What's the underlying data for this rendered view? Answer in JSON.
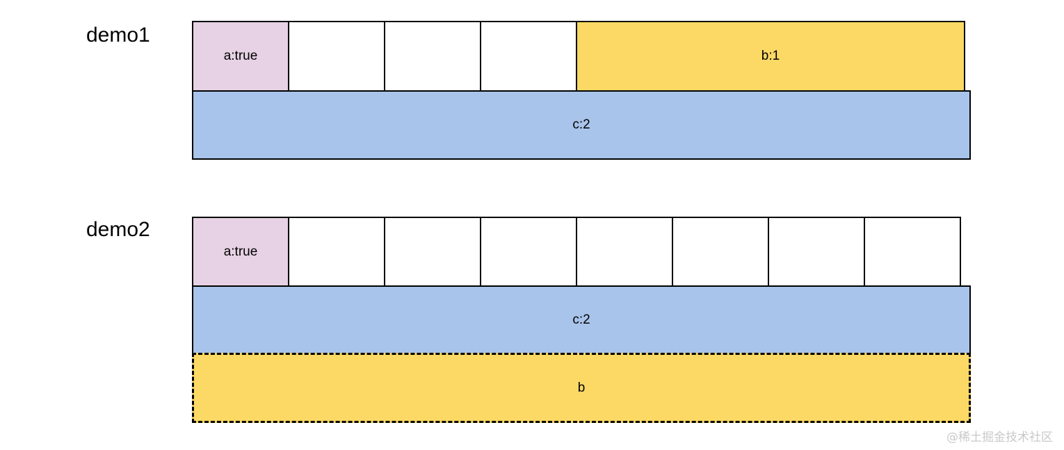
{
  "page": {
    "background_color": "#ffffff",
    "watermark": "@稀土掘金技术社区"
  },
  "palette": {
    "pink": "#e6d2e4",
    "yellow": "#fcd965",
    "blue": "#a8c4ea",
    "white": "#ffffff",
    "border": "#000000",
    "text": "#000000",
    "watermark": "#c9c9c9"
  },
  "demos": [
    {
      "label": "demo1",
      "columns": 8,
      "rows": [
        {
          "name": "row-1",
          "cells": [
            {
              "text": "a:true",
              "fill": "pink",
              "span": 1,
              "border": "solid"
            },
            {
              "text": "",
              "fill": "white",
              "span": 1,
              "border": "solid"
            },
            {
              "text": "",
              "fill": "white",
              "span": 1,
              "border": "solid"
            },
            {
              "text": "",
              "fill": "white",
              "span": 1,
              "border": "solid"
            },
            {
              "text": "b:1",
              "fill": "yellow",
              "span": 4,
              "border": "solid"
            }
          ]
        },
        {
          "name": "row-2",
          "cells": [
            {
              "text": "c:2",
              "fill": "blue",
              "span": 8,
              "border": "solid"
            }
          ]
        }
      ]
    },
    {
      "label": "demo2",
      "columns": 8,
      "rows": [
        {
          "name": "row-1",
          "cells": [
            {
              "text": "a:true",
              "fill": "pink",
              "span": 1,
              "border": "solid"
            },
            {
              "text": "",
              "fill": "white",
              "span": 1,
              "border": "solid"
            },
            {
              "text": "",
              "fill": "white",
              "span": 1,
              "border": "solid"
            },
            {
              "text": "",
              "fill": "white",
              "span": 1,
              "border": "solid"
            },
            {
              "text": "",
              "fill": "white",
              "span": 1,
              "border": "solid"
            },
            {
              "text": "",
              "fill": "white",
              "span": 1,
              "border": "solid"
            },
            {
              "text": "",
              "fill": "white",
              "span": 1,
              "border": "solid"
            },
            {
              "text": "",
              "fill": "white",
              "span": 1,
              "border": "solid"
            }
          ]
        },
        {
          "name": "row-2",
          "cells": [
            {
              "text": "c:2",
              "fill": "blue",
              "span": 8,
              "border": "solid"
            }
          ]
        },
        {
          "name": "row-3",
          "cells": [
            {
              "text": "b",
              "fill": "yellow",
              "span": 8,
              "border": "dashed"
            }
          ]
        }
      ]
    }
  ]
}
